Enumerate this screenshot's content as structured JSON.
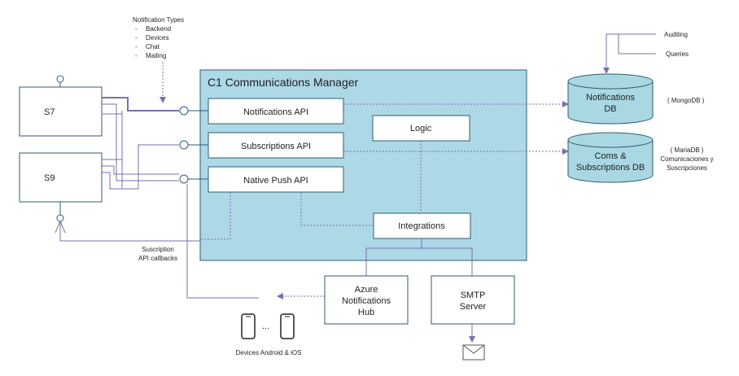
{
  "notification_types": {
    "title": "Notification Types",
    "items": [
      "Backend",
      "Devices",
      "Chat",
      "Mailing"
    ]
  },
  "services": {
    "s7": "S7",
    "s9": "S9"
  },
  "manager": {
    "title": "C1 Communications Manager",
    "notifications_api": "Notifications API",
    "subscriptions_api": "Subscriptions API",
    "native_push_api": "Native Push API",
    "logic": "Logic",
    "integrations": "Integrations"
  },
  "databases": {
    "notifications_db": [
      "Notifications",
      "DB"
    ],
    "notifications_db_note": "( MongoDB )",
    "coms_db": [
      "Coms &",
      "Subscriptions DB"
    ],
    "coms_db_note": [
      "( MariaDB )",
      "Comunicaciones y",
      "Suscripciones"
    ]
  },
  "auditing": "Auditing",
  "queries": "Queries",
  "callbacks": [
    "Suscription",
    "API callbacks"
  ],
  "azure": [
    "Azure",
    "Notifications",
    "Hub"
  ],
  "smtp": [
    "SMTP",
    "Server"
  ],
  "devices": {
    "label": "Devices Android & iOS",
    "ellipsis": "..."
  },
  "colors": {
    "line": "#7b6fae",
    "manager_fill": "#add8e6",
    "box_stroke": "#2e5d6e",
    "db_fill": "#a9d8e3"
  }
}
